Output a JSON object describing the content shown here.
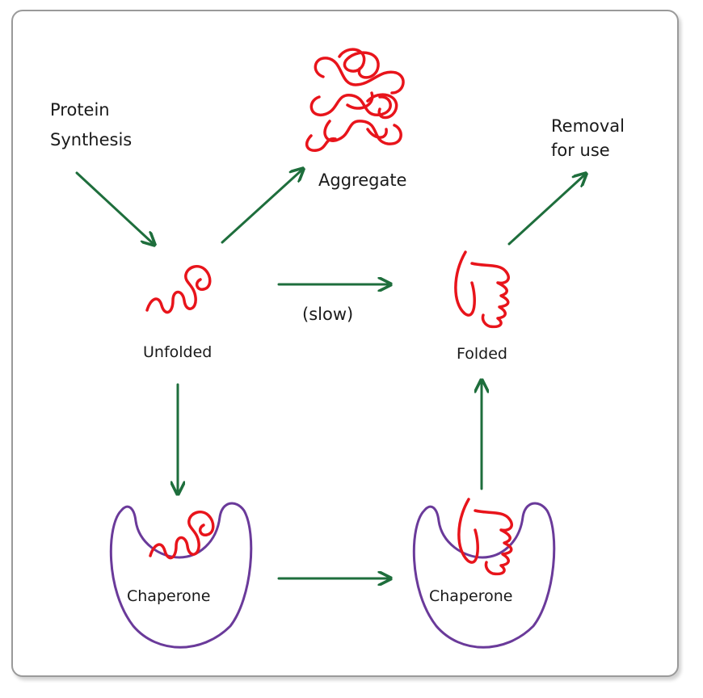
{
  "diagram": {
    "labels": {
      "protein_synthesis": [
        "Protein",
        "Synthesis"
      ],
      "aggregate": "Aggregate",
      "removal": [
        "Removal",
        "for use"
      ],
      "unfolded": "Unfolded",
      "slow": "(slow)",
      "folded": "Folded",
      "chaperone_left": "Chaperone",
      "chaperone_right": "Chaperone"
    },
    "colors": {
      "arrow": "#1e6e3c",
      "protein": "#e8141b",
      "chaperone": "#6a3a9a",
      "text": "#1a1a1a"
    }
  }
}
